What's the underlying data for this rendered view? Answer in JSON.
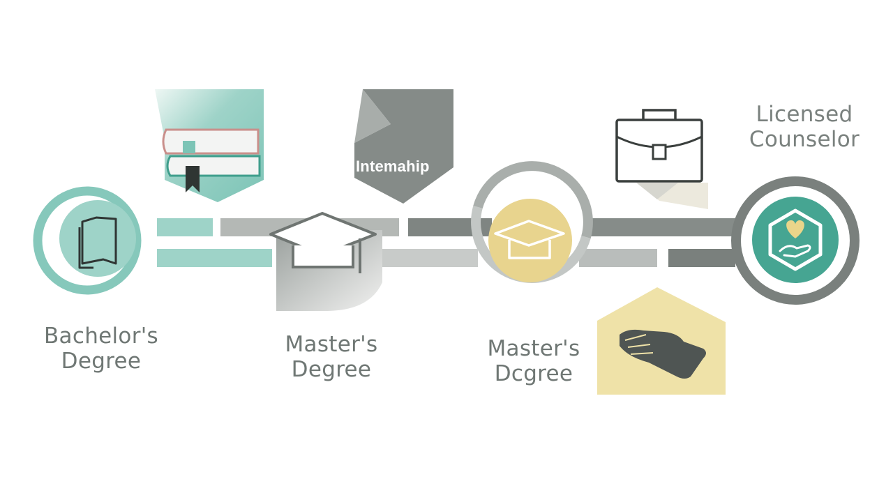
{
  "diagram": {
    "stages": [
      {
        "id": "bachelor",
        "line1": "Bachelor's",
        "line2": "Degree",
        "icon": "open-book-icon"
      },
      {
        "id": "masters-1",
        "line1": "Master's",
        "line2": "Degree",
        "icon": "graduation-cap-icon"
      },
      {
        "id": "masters-2",
        "line1": "Master's",
        "line2": "Dcgree",
        "icon": "graduation-cap-icon"
      },
      {
        "id": "licensed",
        "line1": "Licensed",
        "line2": "Counselor",
        "icon": "heart-hand-icon"
      }
    ],
    "internship_label": "Intemahip",
    "decorations": [
      "books-icon",
      "briefcase-icon",
      "helping-hand-icon"
    ],
    "colors": {
      "teal": "#7cc4b6",
      "teal_dark": "#3f9e8c",
      "gray": "#8f9592",
      "gray_dark": "#6b716e",
      "yellow": "#ead58a",
      "yellow_light": "#efe2a8"
    }
  }
}
